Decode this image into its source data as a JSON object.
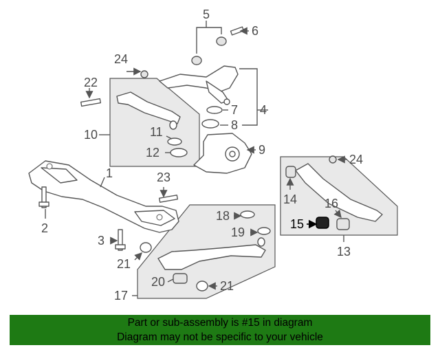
{
  "callouts": {
    "c1": "1",
    "c2": "2",
    "c3": "3",
    "c4": "4",
    "c5": "5",
    "c6": "6",
    "c7": "7",
    "c8": "8",
    "c9": "9",
    "c10": "10",
    "c11": "11",
    "c12": "12",
    "c13": "13",
    "c14": "14",
    "c15": "15",
    "c16": "16",
    "c17": "17",
    "c18": "18",
    "c19": "19",
    "c20": "20",
    "c21a": "21",
    "c21b": "21",
    "c22": "22",
    "c23": "23",
    "c24a": "24",
    "c24b": "24"
  },
  "highlight_color": "#000000",
  "banner": {
    "line1": "Part or sub-assembly is #15 in diagram",
    "line2": "Diagram may not be specific to your vehicle",
    "background": "#1e7a14"
  }
}
